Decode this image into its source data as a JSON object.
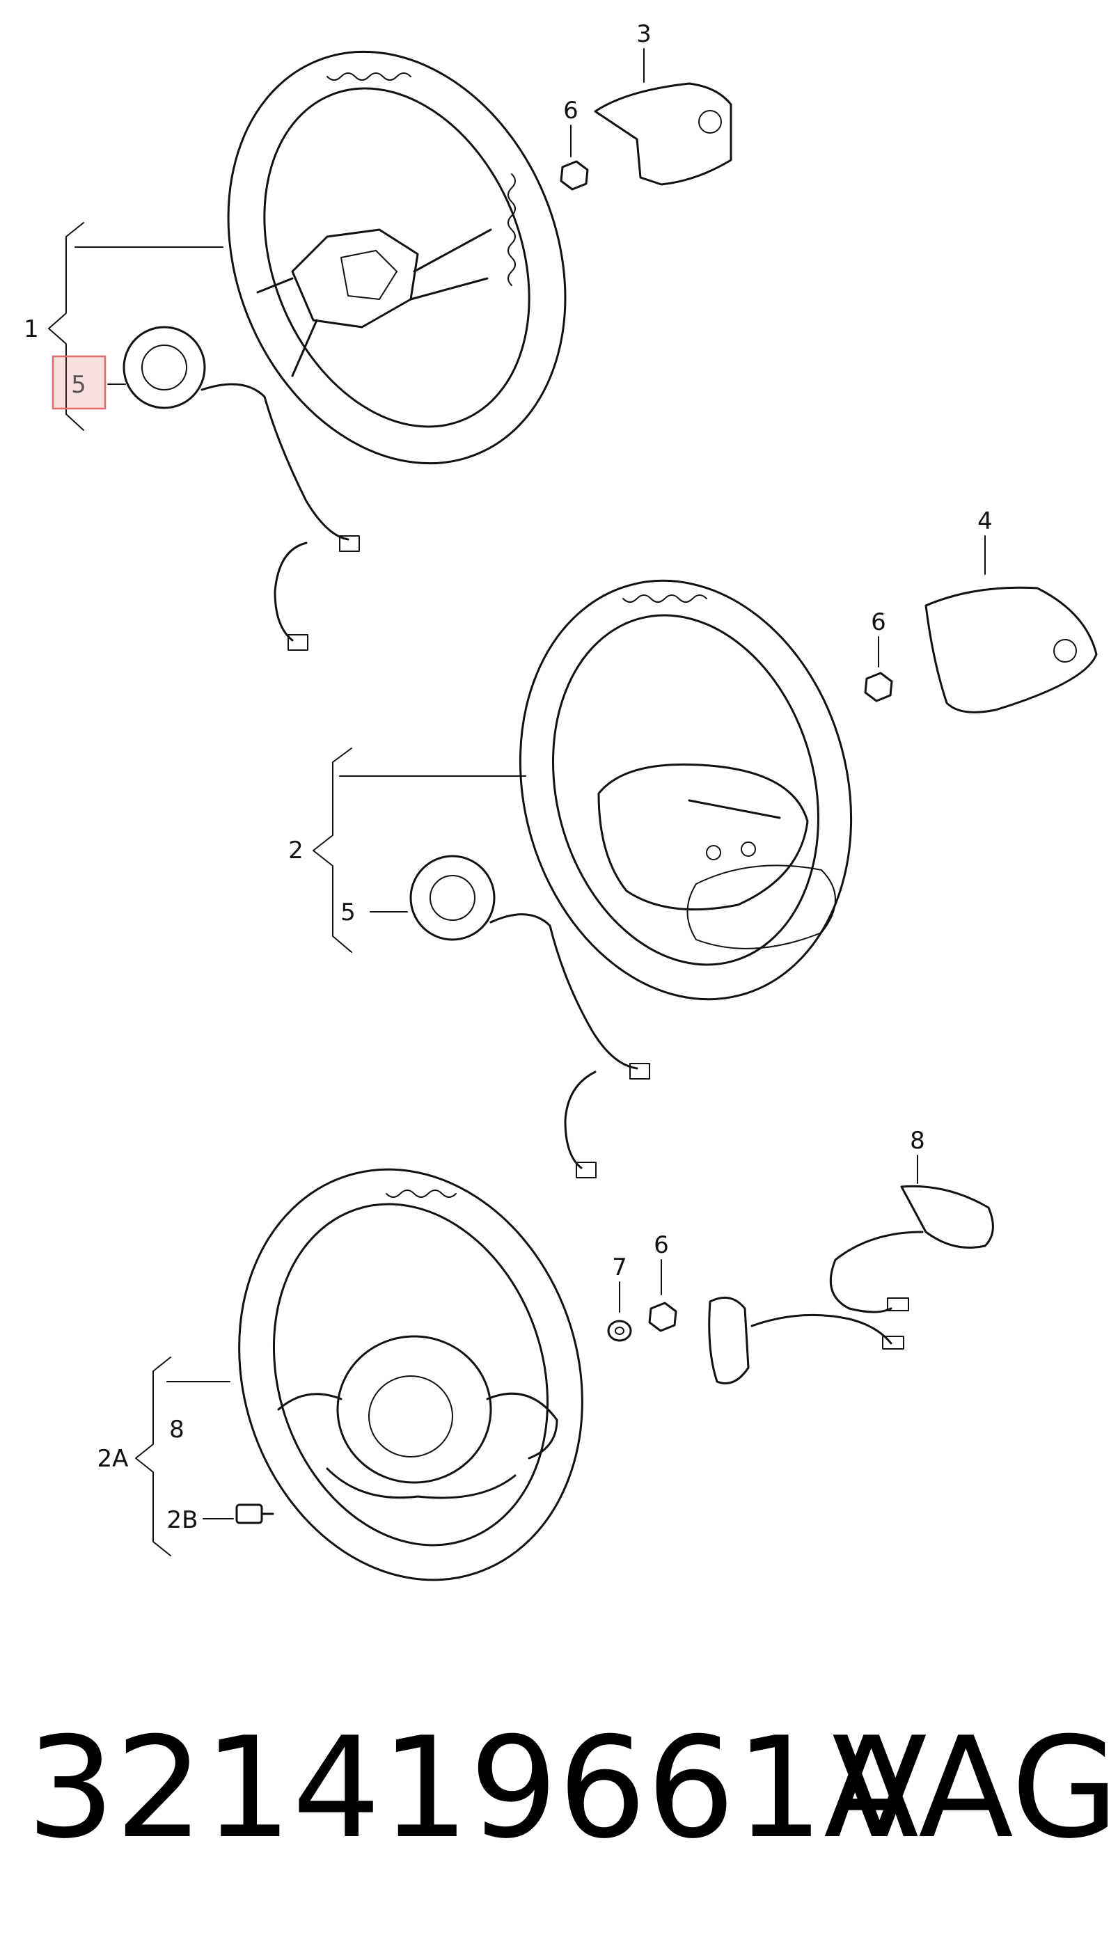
{
  "callouts": {
    "c1": "1",
    "c2": "2",
    "c2a": "2A",
    "c2b": "2B",
    "c3": "3",
    "c4": "4",
    "c5_top": "5",
    "c5_mid": "5",
    "c6_top": "6",
    "c6_mid": "6",
    "c6_bot": "6",
    "c7": "7",
    "c8_bot": "8",
    "c8_brace": "8"
  },
  "highlighted_callout": "5",
  "highlight_color": "#e06a6a",
  "footer": {
    "part_number": "321419661A",
    "brand": "VAG"
  }
}
